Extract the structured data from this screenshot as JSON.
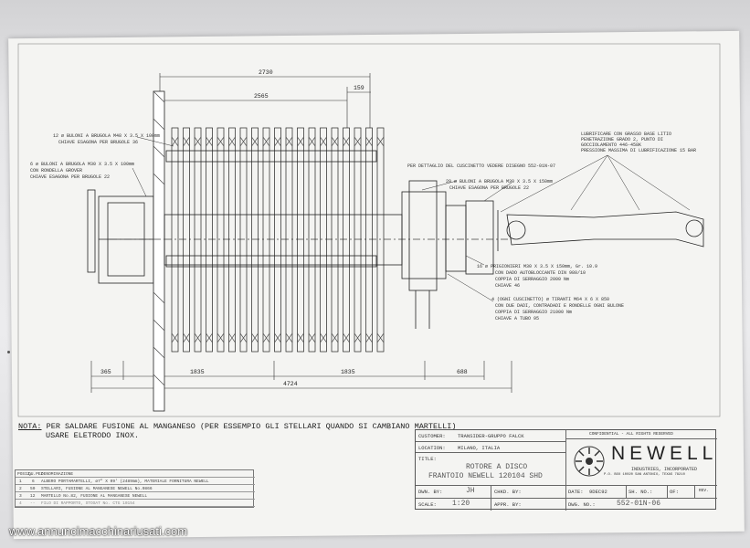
{
  "dimensions": {
    "overall_top": "2730",
    "top2": "2565",
    "top3": "159",
    "bottom_left": "365",
    "bottom_mid1": "1835",
    "bottom_mid2": "1835",
    "bottom_right": "688",
    "overall_bottom": "4724"
  },
  "callouts": {
    "c1_line1": "12 ø BULONI A BRUGOLA M48 X 3.5 X 100mm",
    "c1_line2": "CHIAVE ESAGONA PER BRUGOLE 36",
    "c2_line1": "6 ø BULONI A BRUGOLA M30 X 3.5 X 100mm",
    "c2_line2": "CON RONDELLA GROVER",
    "c2_line3": "CHIAVE ESAGONA PER BRUGOLE 22",
    "c3": "PER DETTAGLIO DEL CUSCINETTO VEDERE DISEGNO 552-01N-07",
    "c4_line1": "20 ø BULONI A BRUGOLA M30 X 3.5 X 150mm",
    "c4_line2": "CHIAVE ESAGONA PER BRUGOLE 22",
    "c5_line1": "LUBRIFICARE CON GRASSO BASE LITIO",
    "c5_line2": "PENETRAZIONE GRADO 2, PUNTO DI",
    "c5_line3": "GOCCIOLAMENTO 446-458K",
    "c5_line4": "PRESSIONE MASSIMA DI LUBRIFICAZIONE 15 BAR",
    "c6_line1": "16 ø PRIGIONIERI M30 X 3.5 X 150mm, Gr. 10.9",
    "c6_line2": "CON DADO AUTOBLOCCANTE DIN 980/10",
    "c6_line3": "COPPIA DI SERRAGGIO 2000 Nm",
    "c6_line4": "CHIAVE 46",
    "c7_line1": "4 (OGNI CUSCINETTO) ø TIRANTI M64 X 6 X 850",
    "c7_line2": "CON DUE DADI, CONTRADADI E RONDELLE OGNI BULONE",
    "c7_line3": "COPPIA DI SERRAGGIO 21000 Nm",
    "c7_line4": "CHIAVE A TUBO 95"
  },
  "note": {
    "label": "NOTA:",
    "line1": "PER SALDARE FUSIONE AL MANGANESO (PER ESSEMPIO GLI STELLARI QUANDO SI CAMBIANO MARTELLI)",
    "line2": "USARE ELETRODO INOX."
  },
  "title_block": {
    "customer_label": "CUSTOMER:",
    "customer_value": "TRANSIDER-GRUPPO FALCK",
    "location_label": "LOCATION:",
    "location_value": "MILANO, ITALIA",
    "title_label": "TITLE:",
    "title_line1": "ROTORE A DISCO",
    "title_line2": "FRANTOIO NEWELL 120104 SHD",
    "dwn_label": "DWN. BY:",
    "dwn_value": "JH",
    "chkd_label": "CHKD. BY:",
    "scale_label": "SCALE:",
    "scale_value": "1:20",
    "appr_label": "APPR. BY:",
    "confidential": "CONFIDENTIAL - ALL RIGHTS RESERVED",
    "company": "NEWELL",
    "company_sub": "INDUSTRIES, INCORPORATED",
    "company_addr": "P.O. BOX 10020   SAN ANTONIO, TEXAS 78210",
    "date_label": "DATE:",
    "date_value": "9DEC92",
    "sh_label": "SH. NO.:",
    "of_label": "OF:",
    "rev_label": "REV.",
    "dwg_label": "DWG. NO.:",
    "dwg_value": "552-01N-06"
  },
  "parts_list": {
    "headers": [
      "POSIZ.",
      "QU.PEZ",
      "DENOMINAZIONE"
    ],
    "rows": [
      [
        "1",
        "6",
        "ALBERO PORTAMARTELLI, ø7\" X 09' (2489mm), MATERIALE FORNITURA NEWELL"
      ],
      [
        "2",
        "50",
        "STELLARI, FUSIONE AL MANGANESE NEWELL No.0866"
      ],
      [
        "3",
        "12",
        "MARTELLO No.82, FUSIONE AL MANGANESE NEWELL"
      ],
      [
        "4",
        "--",
        "FILO DI RAPPORTO, STOSAT No. CTG 10154"
      ]
    ]
  },
  "watermark": "www.annuncimacchinariusati.com"
}
